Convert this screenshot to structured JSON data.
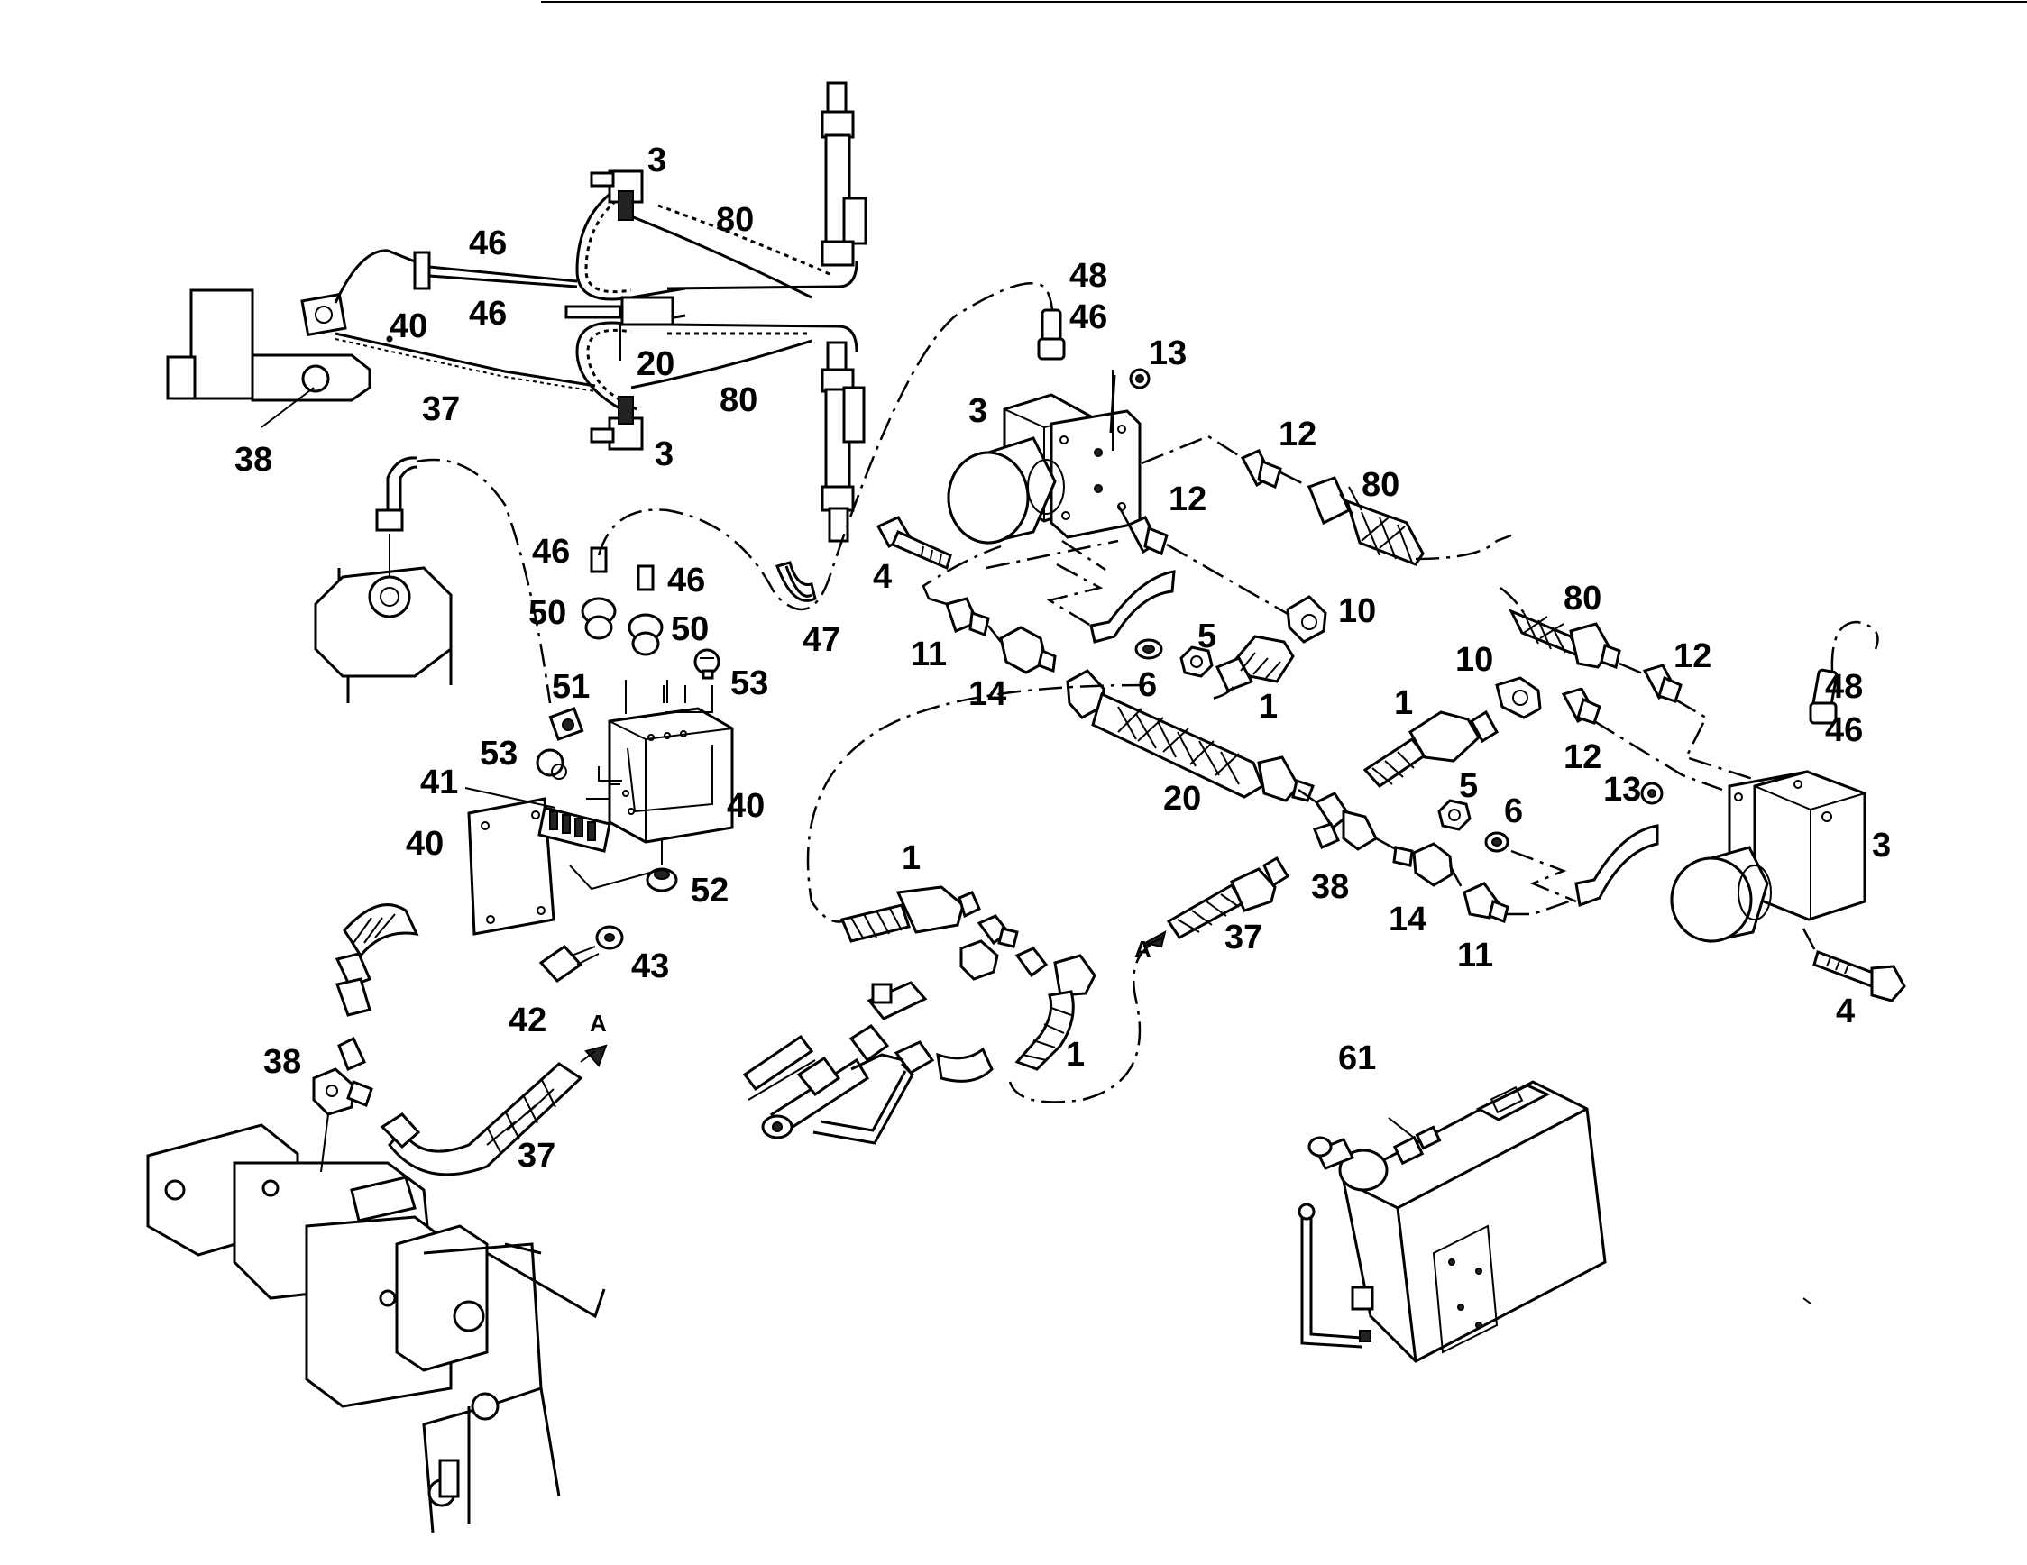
{
  "diagram": {
    "labels": {
      "l3a": "3",
      "l80a": "80",
      "l46a": "46",
      "l40a": "40",
      "l46b": "46",
      "l20a": "20",
      "l37a": "37",
      "l80b": "80",
      "l3b": "3",
      "l38a": "38",
      "l48a": "48",
      "l46c": "46",
      "l13a": "13",
      "l3c": "3",
      "l12a": "12",
      "l80c": "80",
      "l12b": "12",
      "l4a": "4",
      "l10a": "10",
      "l5a": "5",
      "l6a": "6",
      "l11a": "11",
      "l14a": "14",
      "l1a": "1",
      "l20b": "20",
      "l80d": "80",
      "l12c": "12",
      "l48b": "48",
      "l46d": "46",
      "l10b": "10",
      "l1b": "1",
      "l12d": "12",
      "l13b": "13",
      "l5b": "5",
      "l6b": "6",
      "l3d": "3",
      "l38b": "38",
      "l37b": "37",
      "l14b": "14",
      "l11b": "11",
      "l4b": "4",
      "lAa": "A",
      "lAb": "A",
      "l46e": "46",
      "l50a": "50",
      "l46f": "46",
      "l50b": "50",
      "l53a": "53",
      "l47": "47",
      "l51": "51",
      "l53b": "53",
      "l41": "41",
      "l40b": "40",
      "l40c": "40",
      "l52": "52",
      "l43": "43",
      "l42": "42",
      "l38c": "38",
      "l37c": "37",
      "l1c": "1",
      "l1d": "1",
      "l61": "61"
    }
  }
}
